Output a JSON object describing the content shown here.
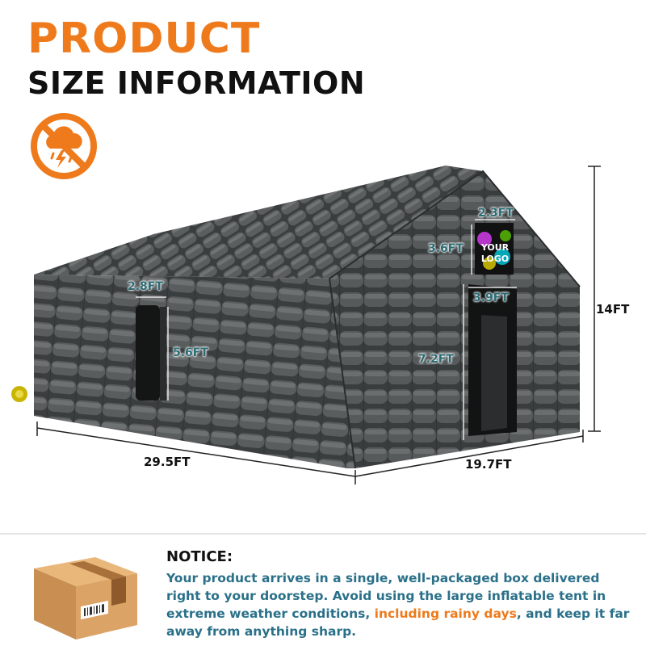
{
  "header": {
    "title_line1": "PRODUCT",
    "title_line2": "SIZE INFORMATION",
    "weather_icon": "no-storm-icon"
  },
  "colors": {
    "accent_orange": "#ee7a1c",
    "text_dark": "#111111",
    "notice_teal": "#2a7089",
    "dimension_teal": "#2c6b74",
    "tent_color": "#4a4d4e"
  },
  "dimensions": {
    "length": "29.5FT",
    "width": "19.7FT",
    "height": "14FT",
    "logo_width": "2.3FT",
    "logo_height": "3.6FT",
    "window_width": "2.8FT",
    "window_height": "5.6FT",
    "door_width": "3.9FT",
    "door_height": "7.2FT"
  },
  "logo_banner": {
    "text": "YOUR LOGO"
  },
  "notice": {
    "title": "NOTICE:",
    "text_part1": "Your product arrives in a single, well-packaged box delivered right to your doorstep. Avoid using the large inflatable tent in extreme weather conditions, ",
    "text_highlight": "including rainy days",
    "text_part2": ", and keep it far away from anything sharp."
  },
  "box_icon": "shipping-box-icon"
}
